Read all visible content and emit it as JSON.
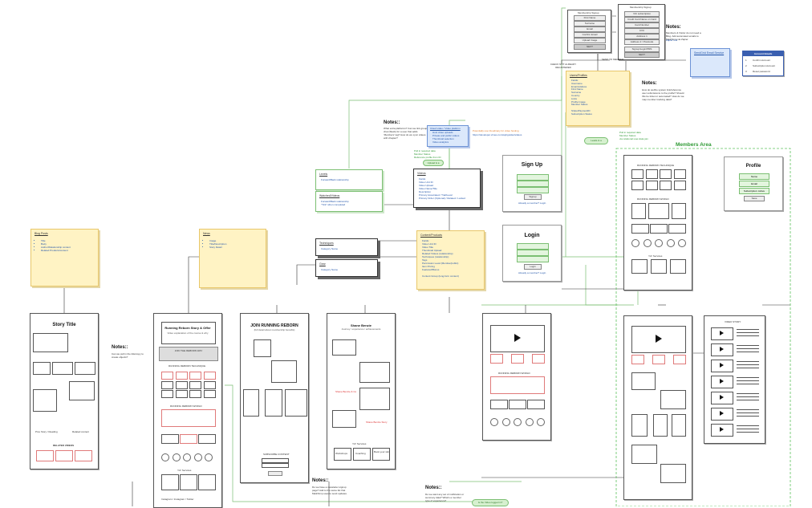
{
  "members_area": {
    "title": "Members Area"
  },
  "membership_signup_1": {
    "title": "Membership Signup",
    "fields": [
      "First Name",
      "Surname",
      "Email",
      "Confirm Email",
      "Upload Image"
    ],
    "button": "NEXT"
  },
  "membership_signup_2": {
    "title": "Membership Signup",
    "fields": [
      "VIC subscription",
      "Credit Card Name on Card",
      "Card Number",
      "CVC",
      "Address 1",
      "Address 2 / Postcode"
    ],
    "checkbox": "Signup/Login/PMS",
    "button": "NEXT"
  },
  "notes_top": {
    "title": "Notes:",
    "body": "Members & Visitor do not need a Blog. Add automated emails to Mailchimp via Zapier.",
    "link": "Zapier tool"
  },
  "account_emails": {
    "title": "Account Emails",
    "rows": [
      {
        "num": "1",
        "label": "Confirm Account"
      },
      {
        "num": "2",
        "label": "Subscription Account"
      },
      {
        "num": "3",
        "label": "Reset password"
      }
    ]
  },
  "sendgrid_box": {
    "title": "SendGrid Email Service"
  },
  "check_label": "CHECK NOT ALREADY REGISTERED",
  "send_label": "SEND TO MEMBER",
  "users_profiles": {
    "title": "Users/Profiles",
    "lines": [
      "Fields:",
      "Username",
      "Email Address",
      "First Name",
      "Surname",
      "Country",
      "Links",
      "Profile Image",
      "Member Status",
      "",
      "Stripe/PaymentID",
      "Subscription Status"
    ]
  },
  "notes_users": {
    "title": "Notes:",
    "body": "How do we/the system link/reference user submissions to the profile? Should this be ticket or automated? How do we map member tracking data?"
  },
  "green_note_1": {
    "lines": [
      "Pull in required data",
      "Member Status",
      "via relational user-data join"
    ],
    "pill": "Leads & a"
  },
  "notes_mid": {
    "title": "Notes::",
    "body": "What extra platforms? Can we link group chat (Slack) for a user that adds 'Members' tag? How do we sync videos with chapter?"
  },
  "cloud_video": {
    "title": "Cloud video / Video platform",
    "lines": [
      "Host video uploads",
      "Private and public videos",
      "Thumbnail selection",
      "Video analytics"
    ]
  },
  "orange_link": {
    "label": "Potentially use Cloudinary for video hosting",
    "url": "https://developer.vimeo.com/api/guides/videos"
  },
  "green_note_2": {
    "lines": [
      "Pull in required data",
      "Member Status",
      "Reference profile from ID"
    ],
    "pill": "Upload & a"
  },
  "videos_box": {
    "title": "Videos",
    "lines": [
      "Fields:",
      "Video Unit ID",
      "Video Upload",
      "Video Name/Title",
      "Description",
      "Primary Associated / Trail/Level",
      "Primary Order (Optional) / Related / Locked"
    ]
  },
  "levels_box": {
    "title": "Levels",
    "lines": [
      "Forward/Back relationship"
    ]
  },
  "related_videos_box": {
    "title": "Watched/Videos",
    "lines": [
      "Forward/Back relationship",
      "\"Tick\" when completed"
    ]
  },
  "techniques_box": {
    "title": "Techniques",
    "lines": [
      "Category Name"
    ]
  },
  "gear_box": {
    "title": "Gear",
    "lines": [
      "Category Name"
    ]
  },
  "content_box": {
    "title": "Content/Products",
    "lines": [
      "Fields:",
      "Video Unit ID",
      "Video Title",
      "Thumbnail Upload",
      "Related Videos (relationship)",
      "Techniques (relationship)",
      "Tags",
      "Permission Level (Member/public)",
      "Item Pricing",
      "Featured/Bonus",
      "",
      "Content Group (long-form content)"
    ]
  },
  "sign_up": {
    "title": "Sign Up",
    "button": "Signup",
    "link": "Already a member? Login"
  },
  "login": {
    "title": "Login",
    "button": "Login",
    "link": "Already a member? Login"
  },
  "profile": {
    "title": "Profile",
    "fields": [
      "Name",
      "Email",
      "Subscription: Active"
    ],
    "button": "Save"
  },
  "blog_posts": {
    "title": "Blog Posts",
    "items": [
      "Title",
      "Body",
      "Author/Relationship content",
      "Related Products/content"
    ]
  },
  "news_note": {
    "title": "News",
    "items": [
      "Image",
      "Title/Description",
      "Story Detail"
    ]
  },
  "story_page": {
    "title": "Story Title",
    "related": "RELATED VIDEOS",
    "prev": "Prev Story / Reading",
    "next": "Related content"
  },
  "notes_story": {
    "title": "Notes::",
    "body": "Can we pull in the title/copy to create objects?"
  },
  "running_reborn_page": {
    "title": "Running Reborn Story & Offer",
    "subtitle": "Video explanation of the course & why",
    "cta": "JOIN THE REBORN WAY",
    "section1": "RUNNING REBORN TECHNIQUE",
    "section2": "RUNNING REBORN WORLD",
    "services": "Yo!! Services",
    "footer": "Instagram / Instagram / Twitter"
  },
  "join_page": {
    "title": "JOIN RUNNING REBORN",
    "subtitle": "(full detail about membership benefits)",
    "form": "SUBSCRIBE CONTENT"
  },
  "shane_page": {
    "title": "Shane Benzie",
    "subtitle": "Journey / experience / achievements",
    "red1": "Shane Benzie & Co",
    "red2": "Shane Benzie Story",
    "services": "Yo!! Services",
    "cards": [
      "Workshops",
      "Coaching",
      "Book your slot"
    ]
  },
  "notes_bottom_1": {
    "title": "Notes::",
    "body": "Do we have a newsletter signup page? Add to the same list that Mailchimp uses to send updates."
  },
  "notes_bottom_2": {
    "title": "Notes::",
    "body": "Do we want any set of notification or summary data? What's a member type of experience?"
  },
  "pill_bottom": {
    "label": "Is the Video logged in?"
  },
  "member_page_title": "RUNNING REBORN TECHNIQUE",
  "member_page_world": "RUNNING REBORN WORLD",
  "member_services": "Yo!! Services",
  "video_list_title": "VIDEO STORY"
}
